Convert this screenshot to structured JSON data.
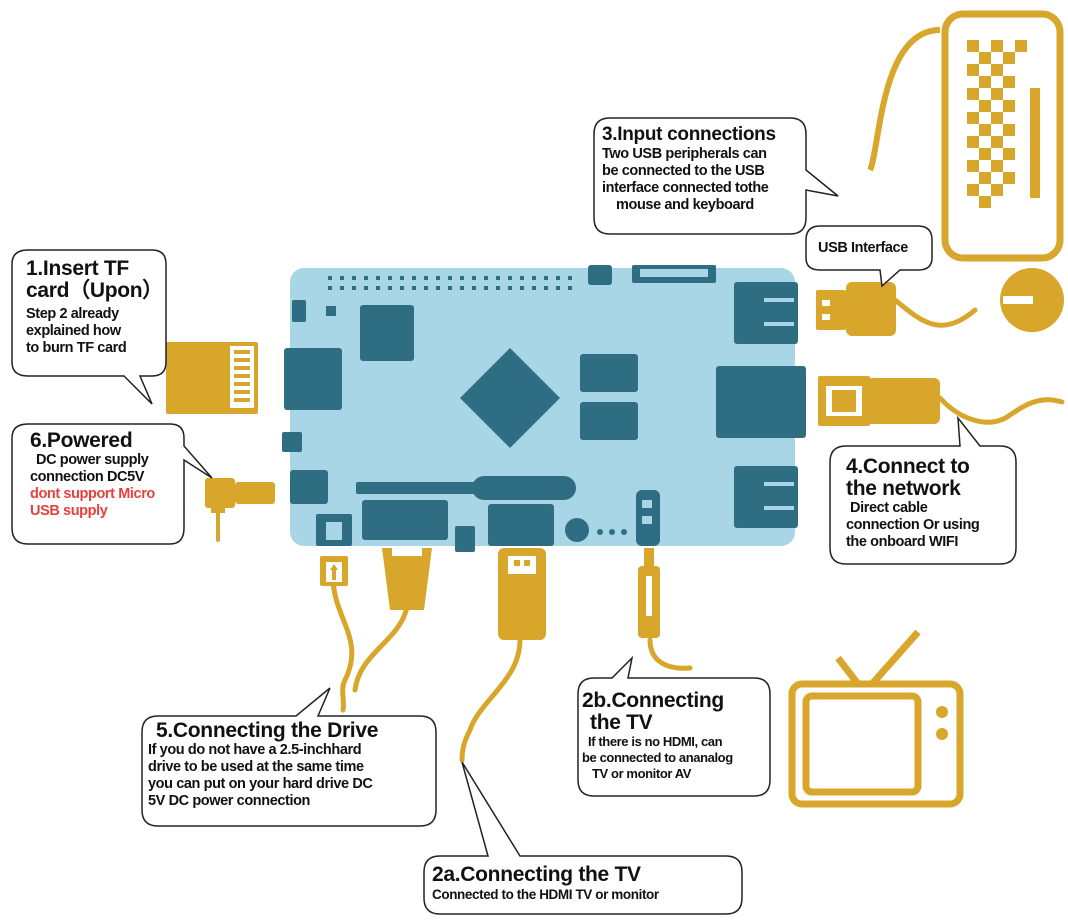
{
  "callouts": {
    "insert_tf": {
      "title_line1": "1.Insert TF",
      "title_line2": "card（Upon）",
      "body": [
        "Step 2 already",
        "explained how",
        "to burn TF card"
      ]
    },
    "powered": {
      "title": "6.Powered",
      "body": [
        "DC power supply",
        "connection DC5V"
      ],
      "warning": [
        "dont support Micro",
        "USB supply"
      ]
    },
    "input_connections": {
      "title": "3.Input connections",
      "body": [
        "Two USB peripherals can",
        "be connected to the USB",
        "interface connected tothe",
        "mouse and keyboard"
      ]
    },
    "usb_interface": {
      "label": "USB Interface"
    },
    "network": {
      "title": [
        "4.Connect to",
        "the network"
      ],
      "body": [
        "Direct cable",
        "connection Or using",
        "the onboard WIFI"
      ]
    },
    "drive": {
      "title": "5.Connecting the Drive",
      "body": [
        "If you do not have a 2.5-inchhard",
        "drive to be used at the same  time",
        "you can put on your hard drive DC",
        "5V DC power connection"
      ]
    },
    "tv_analog": {
      "title": [
        "2b.Connecting",
        "the TV"
      ],
      "body": [
        "If there is no HDMI, can",
        "be connected to ananalog",
        "TV or monitor AV"
      ]
    },
    "tv_hdmi": {
      "title": "2a.Connecting the TV",
      "body": "Connected to the HDMI TV or monitor"
    }
  },
  "colors": {
    "board": "#a9d6e6",
    "chip": "#2f6d83",
    "accessory": "#d8a62a",
    "bubble_stroke": "#222222",
    "warning": "#e8403b"
  }
}
